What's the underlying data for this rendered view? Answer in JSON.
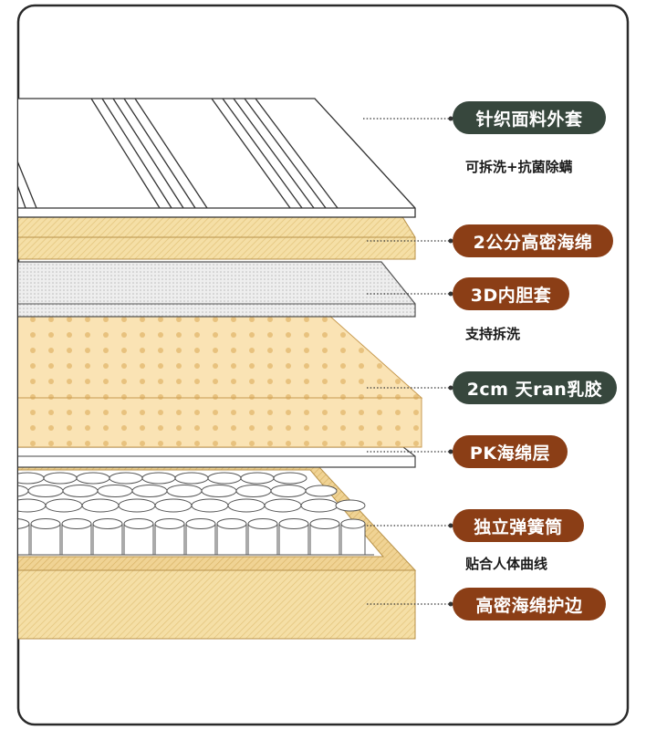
{
  "layers": [
    {
      "label": "针织面料外套",
      "note": "可拆洗+抗菌除螨",
      "color": "#37473d"
    },
    {
      "label": "2公分高密海绵",
      "note": "",
      "color": "#8b3e16"
    },
    {
      "label": "3D内胆套",
      "note": "支持拆洗",
      "color": "#8b3e16"
    },
    {
      "label": "2cm 天ran乳胶",
      "note": "",
      "color": "#37473d"
    },
    {
      "label": "PK海绵层",
      "note": "",
      "color": "#8b3e16"
    },
    {
      "label": "独立弹簧筒",
      "note": "贴合人体曲线",
      "color": "#8b3e16"
    },
    {
      "label": "高密海绵护边",
      "note": "",
      "color": "#8b3e16"
    }
  ]
}
